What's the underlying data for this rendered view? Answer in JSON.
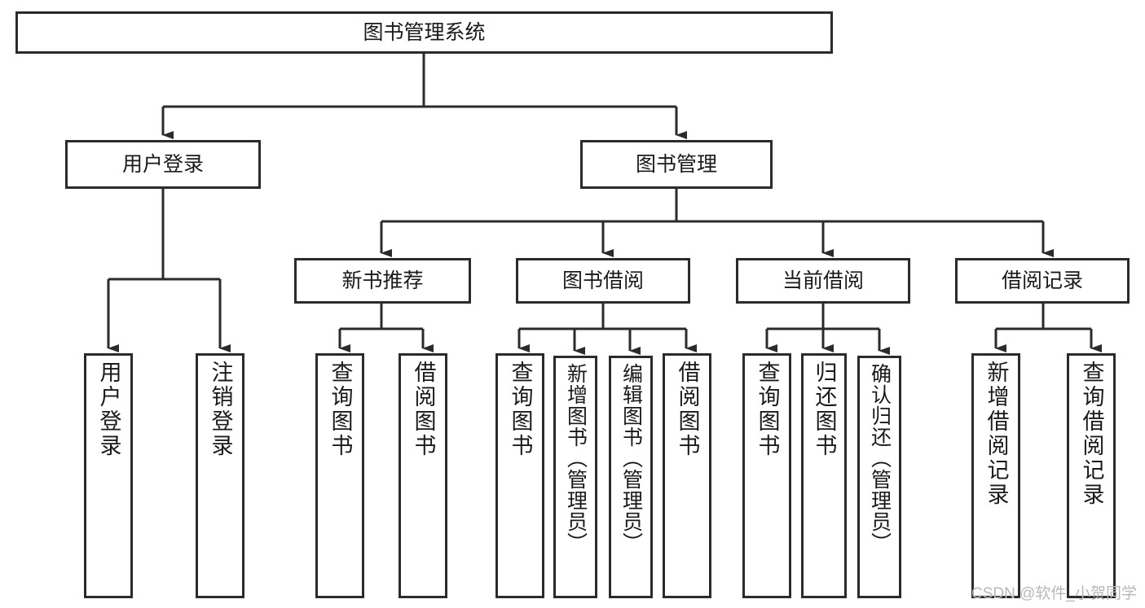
{
  "diagram": {
    "title": "图书管理系统",
    "watermark": "CSDN @软件_小贺同学",
    "colors": {
      "background": "#ffffff",
      "stroke": "#2b2b2b",
      "text": "#1a1a1a",
      "watermark": "#b8b8b8"
    },
    "nodes": {
      "root": {
        "label": "图书管理系统"
      },
      "level1": [
        {
          "label": "用户登录"
        },
        {
          "label": "图书管理"
        }
      ],
      "level2": [
        {
          "label": "新书推荐"
        },
        {
          "label": "图书借阅"
        },
        {
          "label": "当前借阅"
        },
        {
          "label": "借阅记录"
        }
      ],
      "leaves": {
        "user_login": [
          {
            "label": "用户登录"
          },
          {
            "label": "注销登录"
          }
        ],
        "new_books": [
          {
            "label": "查询图书"
          },
          {
            "label": "借阅图书"
          }
        ],
        "borrow_books": [
          {
            "label": "查询图书"
          },
          {
            "label": "新增图书（管理员）"
          },
          {
            "label": "编辑图书（管理员）"
          },
          {
            "label": "借阅图书"
          }
        ],
        "current_borrow": [
          {
            "label": "查询图书"
          },
          {
            "label": "归还图书"
          },
          {
            "label": "确认归还（管理员）"
          }
        ],
        "borrow_records": [
          {
            "label": "新增借阅记录"
          },
          {
            "label": "查询借阅记录"
          }
        ]
      }
    }
  }
}
